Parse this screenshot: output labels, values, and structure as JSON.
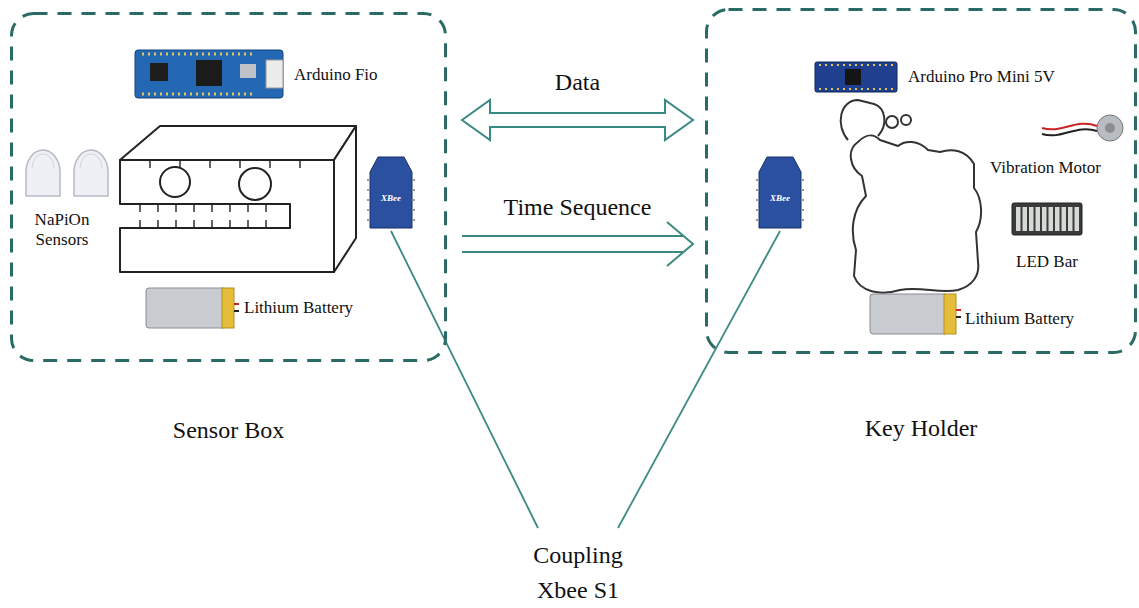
{
  "diagram": {
    "nodes": [
      {
        "text": [
          "Sensor Box"
        ]
      },
      {
        "text": [
          "Key Holder"
        ]
      }
    ],
    "edges": [
      {
        "from": 0,
        "to": 1,
        "arrow": "both",
        "label": "Data"
      },
      {
        "from": 0,
        "to": 1,
        "arrow": "to",
        "label": "Time Sequence"
      }
    ],
    "labels": [
      "Arduino Fio",
      "NaPiOn Sensors",
      "Lithium Battery",
      "XBee",
      "Arduino Pro Mini 5V",
      "Vibration Motor",
      "LED Bar",
      "Lithium Battery",
      "XBee",
      "Coupling Xbee S1"
    ]
  }
}
